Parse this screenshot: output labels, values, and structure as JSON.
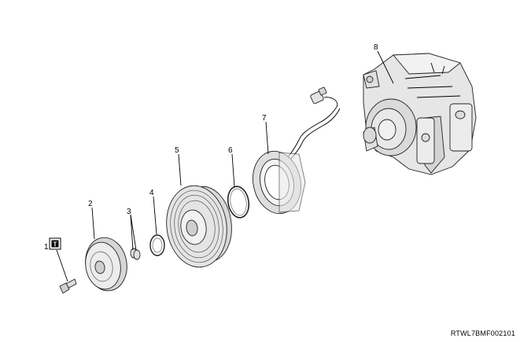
{
  "callouts": [
    {
      "id": "1",
      "label": "1"
    },
    {
      "id": "2",
      "label": "2"
    },
    {
      "id": "3",
      "label": "3"
    },
    {
      "id": "4",
      "label": "4"
    },
    {
      "id": "5",
      "label": "5"
    },
    {
      "id": "6",
      "label": "6"
    },
    {
      "id": "7",
      "label": "7"
    },
    {
      "id": "8",
      "label": "8"
    }
  ],
  "torque_symbol": "T",
  "figure_code": "RTWL7BMF002101"
}
